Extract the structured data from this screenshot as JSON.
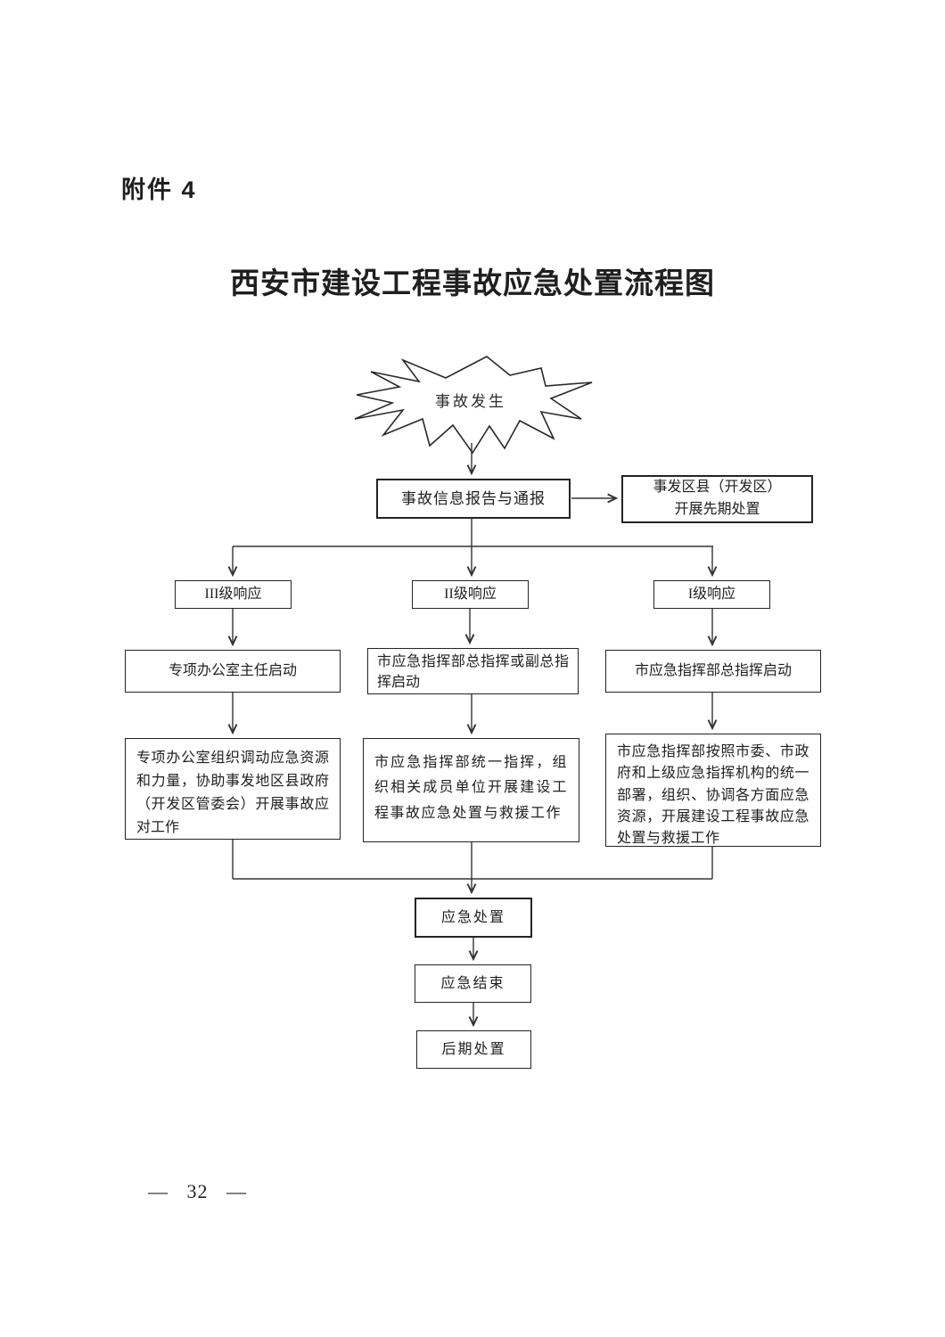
{
  "document": {
    "attachment_label": "附件 4",
    "title": "西安市建设工程事故应急处置流程图",
    "page_number": "— 32 —"
  },
  "colors": {
    "ink": "#1f1f1f",
    "line": "#333333",
    "background": "#ffffff"
  },
  "flowchart": {
    "start_burst": "事故发生",
    "report_box": "事故信息报告与通报",
    "prelim_box": {
      "line1": "事发区县（开发区）",
      "line2": "开展先期处置"
    },
    "levels": {
      "level3": "III级响应",
      "level2": "II级响应",
      "level1": "I级响应"
    },
    "activation": {
      "level3": "专项办公室主任启动",
      "level2": "市应急指挥部总指挥或副总指挥启动",
      "level1": "市应急指挥部总指挥启动"
    },
    "actions": {
      "level3": "专项办公室组织调动应急资源和力量，协助事发地区县政府（开发区管委会）开展事故应对工作",
      "level2": "市应急指挥部统一指挥，组织相关成员单位开展建设工程事故应急处置与救援工作",
      "level1": "市应急指挥部按照市委、市政府和上级应急指挥机构的统一部署，组织、协调各方面应急资源，开展建设工程事故应急处置与救援工作"
    },
    "final": {
      "dispose": "应急处置",
      "end": "应急结束",
      "post": "后期处置"
    }
  }
}
